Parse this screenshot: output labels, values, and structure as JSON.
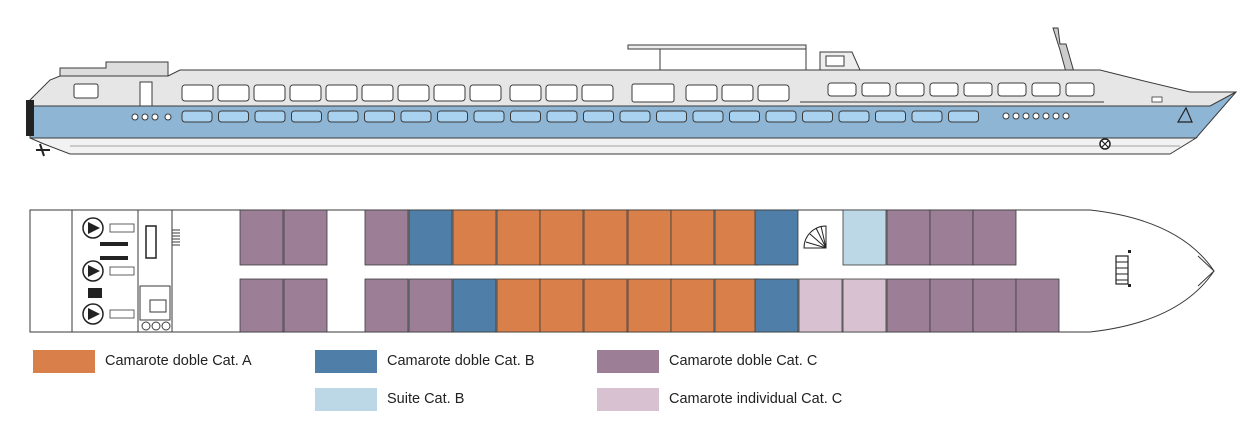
{
  "colors": {
    "hull_blue": "#8fb5d4",
    "window_blue": "#a9d1f0",
    "superstructure": "#e6e6e6",
    "outline": "#3a3a3a"
  },
  "deck": {
    "cabins_top": [
      "C",
      "C",
      "C",
      "B",
      "A",
      "A",
      "A",
      "A",
      "A",
      "A",
      "A",
      "B",
      "SB",
      "C",
      "C",
      "C"
    ],
    "cabins_bottom": [
      "C",
      "C",
      "C",
      "C",
      "B",
      "A",
      "A",
      "A",
      "A",
      "A",
      "A",
      "B",
      "IC",
      "IC",
      "C",
      "C",
      "C",
      "C"
    ]
  },
  "legend": [
    {
      "id": "A",
      "label": "Camarote doble Cat. A",
      "color": "#d9804a"
    },
    {
      "id": "B",
      "label": "Camarote doble Cat. B",
      "color": "#4f7fa9"
    },
    {
      "id": "C",
      "label": "Camarote doble Cat. C",
      "color": "#9c7f97"
    },
    {
      "id": "SB",
      "label": "Suite Cat. B",
      "color": "#bcd8e6"
    },
    {
      "id": "IC",
      "label": "Camarote individual Cat. C",
      "color": "#d8c2d1"
    }
  ]
}
